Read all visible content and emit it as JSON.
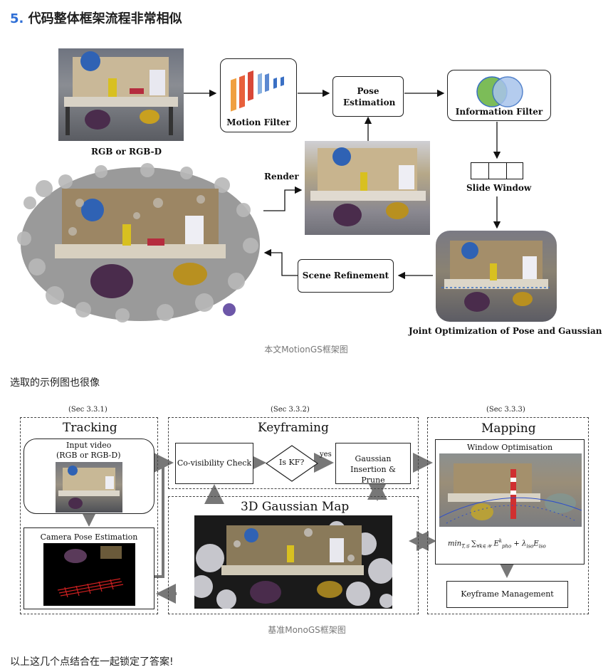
{
  "heading": {
    "number": "5.",
    "title": "代码整体框架流程非常相似"
  },
  "fig1": {
    "caption": "本文MotionGS框架图",
    "rgb_label": "RGB or RGB-D",
    "motion_filter": "Motion Filter",
    "pose_estimation": "Pose Estimation",
    "information_filter": "Information Filter",
    "slide_window": "Slide Window",
    "render": "Render",
    "scene_refinement": "Scene Refinement",
    "joint_opt": "Joint Optimization of Pose and Gaussian"
  },
  "para1": "选取的示例图也很像",
  "fig2": {
    "caption": "基准MonoGS框架图",
    "tracking": {
      "sec": "(Sec 3.3.1)",
      "title": "Tracking",
      "input_video": "Input video",
      "input_video_sub": "(RGB or RGB-D)",
      "camera_pose": "Camera Pose Estimation"
    },
    "keyframing": {
      "sec": "(Sec 3.3.2)",
      "title": "Keyframing",
      "covis": "Co-visibility Check",
      "is_kf": "Is KF?",
      "yes": "yes",
      "gaussian_ip": "Gaussian Insertion & Prune"
    },
    "gmap": {
      "title": "3D Gaussian Map"
    },
    "mapping": {
      "sec": "(Sec 3.3.3)",
      "title": "Mapping",
      "window_opt": "Window Optimisation",
      "kf_mgmt": "Keyframe Management"
    }
  },
  "para2": "以上这几个点结合在一起锁定了答案!"
}
